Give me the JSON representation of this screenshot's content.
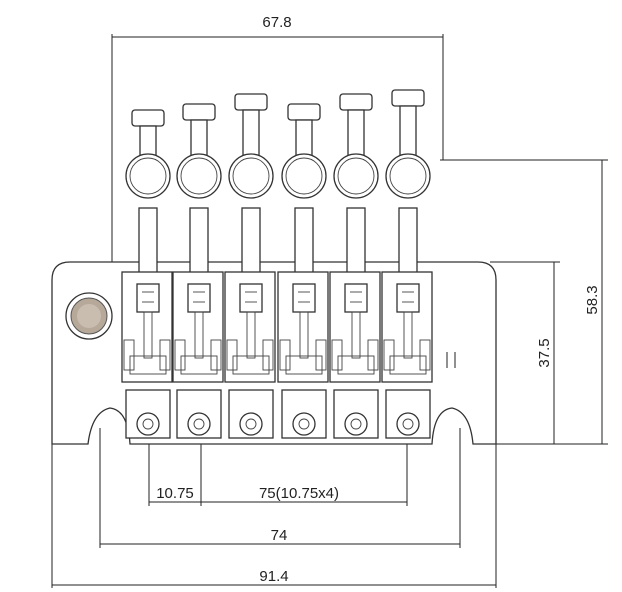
{
  "dimensions": {
    "top_width": "67.8",
    "right_height_outer": "58.3",
    "right_height_inner": "37.5",
    "spacing_single": "10.75",
    "spacing_total": "75(10.75x4)",
    "post_spacing": "74",
    "overall_width": "91.4"
  },
  "saddle_count": 6
}
